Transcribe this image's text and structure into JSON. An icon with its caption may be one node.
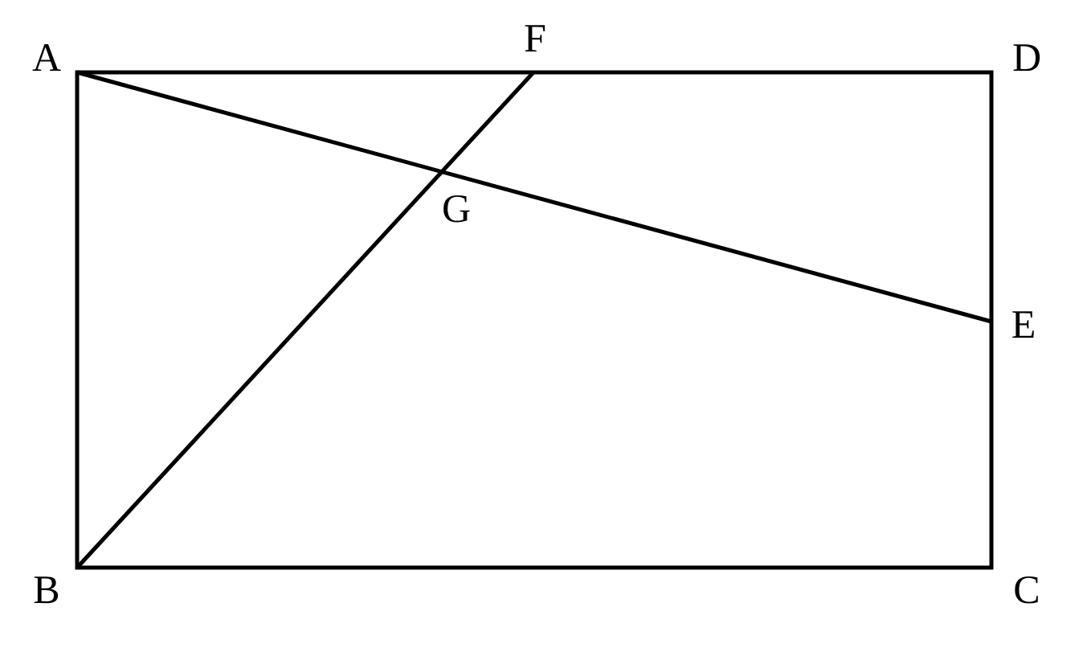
{
  "diagram": {
    "labels": [
      "A",
      "F",
      "D",
      "G",
      "E",
      "B",
      "C"
    ]
  }
}
